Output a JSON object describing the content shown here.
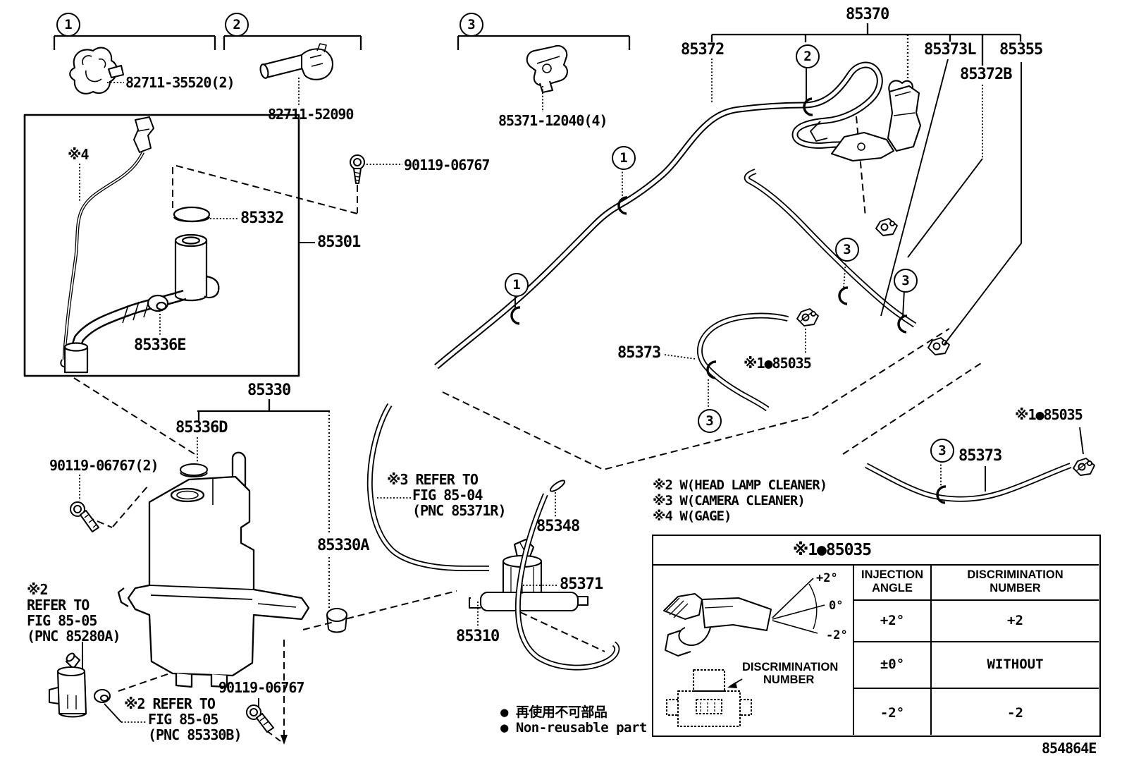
{
  "callouts": {
    "no1": "1",
    "no2": "2",
    "no3": "3"
  },
  "labels": {
    "check_valve": "82711-35520(2)",
    "hose_joint": "82711-52090",
    "nozzle_joint": "85371-12040(4)",
    "hose_assy": "85370",
    "hose_front": "85372",
    "hose_rear_l": "85373L",
    "nozzle_sub": "85355",
    "hose_no2": "85372B",
    "screw_top": "90119-06767",
    "reservoir_cap": "85332",
    "reservoir_assy": "85301",
    "grommet_e": "85336E",
    "reservoir": "85330",
    "grommet_d": "85336D",
    "screw_pair": "90119-06767(2)",
    "mark_gage": "※4",
    "refer_a_mark": "※2",
    "refer_a_line1": "REFER TO",
    "refer_a_line2": "FIG 85-05",
    "refer_a_line3": "(PNC 85280A)",
    "refer_b_line1": "※2 REFER TO",
    "refer_b_line2": "FIG 85-05",
    "refer_b_line3": "(PNC 85330B)",
    "screw_bottom": "90119-06767",
    "refer_c_line1": "※3 REFER TO",
    "refer_c_line2": "FIG 85-04",
    "refer_c_line3": "(PNC 85371R)",
    "hose_a": "85330A",
    "joint_85348": "85348",
    "hose_85371": "85371",
    "motor_pump": "85310",
    "hose_headlamp": "85373",
    "clip_mid": "※1●85035",
    "clip_right": "※1●85035",
    "hose_right": "85373"
  },
  "notes": {
    "line1": "※2 W(HEAD LAMP CLEANER)",
    "line2": "※3 W(CAMERA CLEANER)",
    "line3": "※4 W(GAGE)"
  },
  "legend": {
    "jp": "● 再使用不可部品",
    "en": "● Non-reusable part"
  },
  "table": {
    "title": "※1●85035",
    "header_col1_line1": "INJECTION",
    "header_col1_line2": "ANGLE",
    "header_col2_line1": "DISCRIMINATION",
    "header_col2_line2": "NUMBER",
    "rows": [
      {
        "angle": "+2°",
        "number": "+2"
      },
      {
        "angle": "±0°",
        "number": "WITHOUT"
      },
      {
        "angle": "-2°",
        "number": "-2"
      }
    ],
    "angle_plus": "+2°",
    "angle_zero": "0°",
    "angle_minus": "-2°",
    "callout_line1": "DISCRIMINATION",
    "callout_line2": "NUMBER"
  },
  "footer": {
    "code": "854864E"
  }
}
